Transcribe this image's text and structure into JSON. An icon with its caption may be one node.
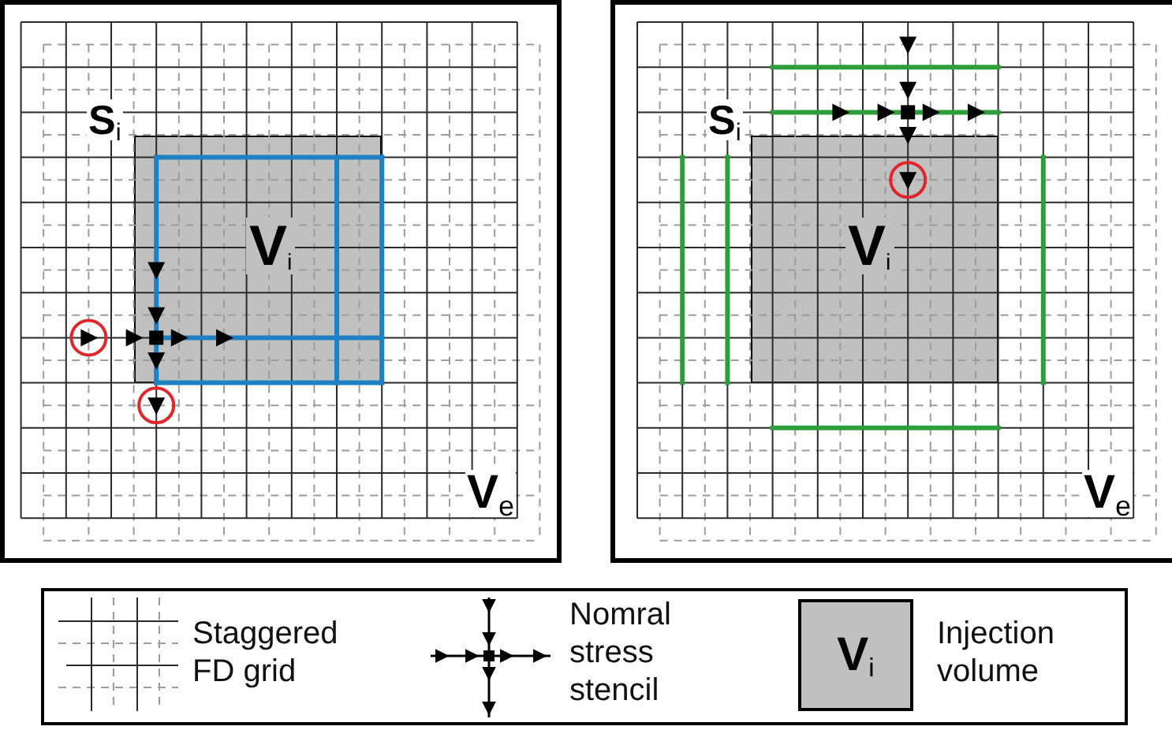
{
  "diagram": {
    "nodes": [
      {
        "text": [
          "S$_{i}$",
          "V$_{e}$"
        ]
      },
      {
        "text": [
          "V$_{i}$"
        ],
        "in": 0
      },
      {
        "text": [
          "S$_{i}$",
          "V$_{e}$"
        ]
      },
      {
        "text": [
          "V$_{i}$"
        ],
        "in": 2
      },
      {
        "text": [
          "V$_{i}$"
        ]
      }
    ],
    "legend": [
      {
        "text": "Staggered FD grid"
      },
      {
        "text": "Nomral stress stencil"
      },
      {
        "text": "Injection volume"
      }
    ]
  }
}
